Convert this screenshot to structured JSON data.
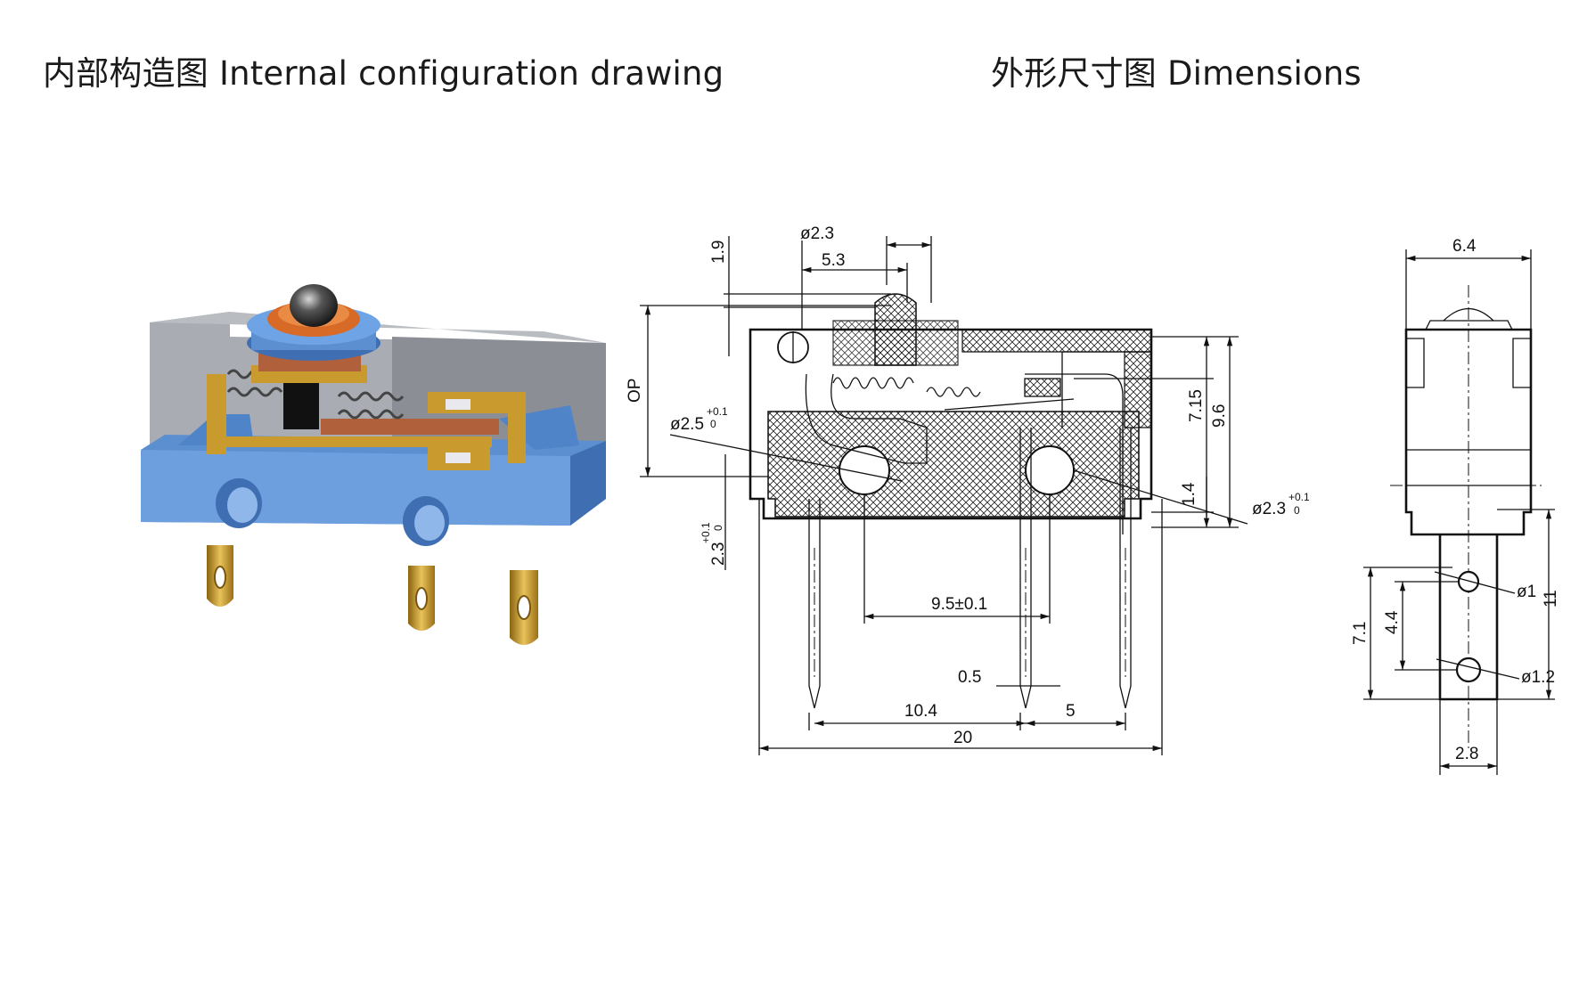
{
  "headings": {
    "internal": "内部构造图 Internal configuration drawing",
    "dimensions": "外形尺寸图 Dimensions"
  },
  "front_view": {
    "d_button": "ø2.3",
    "w_button": "5.3",
    "h_button": "1.9",
    "op": "OP",
    "d_hole_left": "ø2.5",
    "d_hole_left_tol_upper": "+0.1",
    "d_hole_left_tol_lower": "0",
    "h_715": "7.15",
    "h_96": "9.6",
    "h_14": "1.4",
    "d_hole_right": "ø2.3",
    "d_hole_right_tol_upper": "+0.1",
    "d_hole_right_tol_lower": "0",
    "v_hole_offset": "2.3",
    "v_hole_offset_tol_upper": "+0.1",
    "v_hole_offset_tol_lower": "0",
    "hole_pitch": "9.5±0.1",
    "pin_width": "0.5",
    "pin_dist_left": "10.4",
    "pin_dist_right": "5",
    "total_length": "20"
  },
  "side_view": {
    "width": "6.4",
    "d_small_hole": "ø1",
    "d_large_hole": "ø1.2",
    "h_11": "11",
    "h_71": "7.1",
    "h_44": "4.4",
    "terminal_width": "2.8"
  },
  "colors": {
    "housing_blue": "#5b8fd0",
    "housing_blue_dark": "#3f6fb2",
    "cover_grey": "#9a9ea4",
    "terminal_gold": "#c99a2e",
    "button_orange": "#d86a28",
    "copper": "#b0603a"
  }
}
